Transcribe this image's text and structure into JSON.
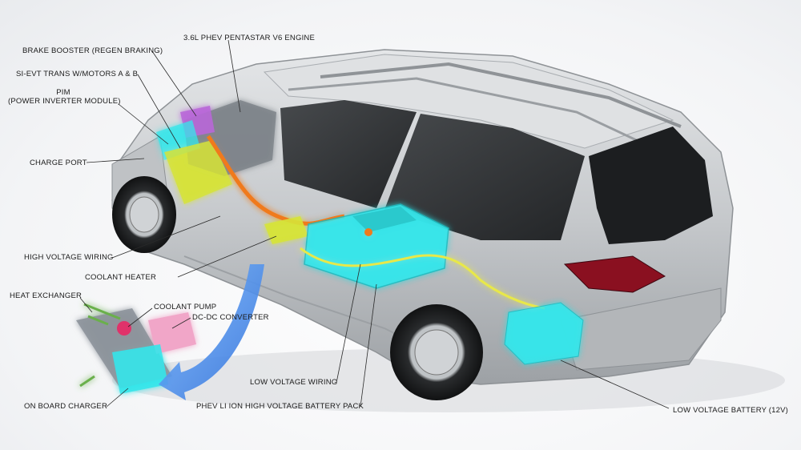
{
  "labels": {
    "engine": "3.6L PHEV PENTASTAR V6 ENGINE",
    "brake_booster": "BRAKE BOOSTER (REGEN BRAKING)",
    "trans": "SI-EVT TRANS W/MOTORS A & B",
    "pim_line1": "PIM",
    "pim_line2": "(POWER INVERTER MODULE)",
    "charge_port": "CHARGE PORT",
    "hv_wiring": "HIGH VOLTAGE WIRING",
    "coolant_heater": "COOLANT HEATER",
    "heat_exchanger": "HEAT EXCHANGER",
    "coolant_pump": "COOLANT PUMP",
    "dcdc": "DC-DC CONVERTER",
    "onboard_charger": "ON BOARD CHARGER",
    "lv_wiring": "LOW VOLTAGE WIRING",
    "battery_pack": "PHEV LI ION HIGH VOLTAGE BATTERY PACK",
    "lv_battery": "LOW VOLTAGE BATTERY (12V)"
  },
  "colors": {
    "highlight_cyan": "#35e6ea",
    "car_silver": "#c9cccf",
    "wiring_yellow": "#e8e84a",
    "pink_converter": "#f1a6c8",
    "purple_booster": "#b968d8",
    "leader_line": "#2a2a2a"
  }
}
